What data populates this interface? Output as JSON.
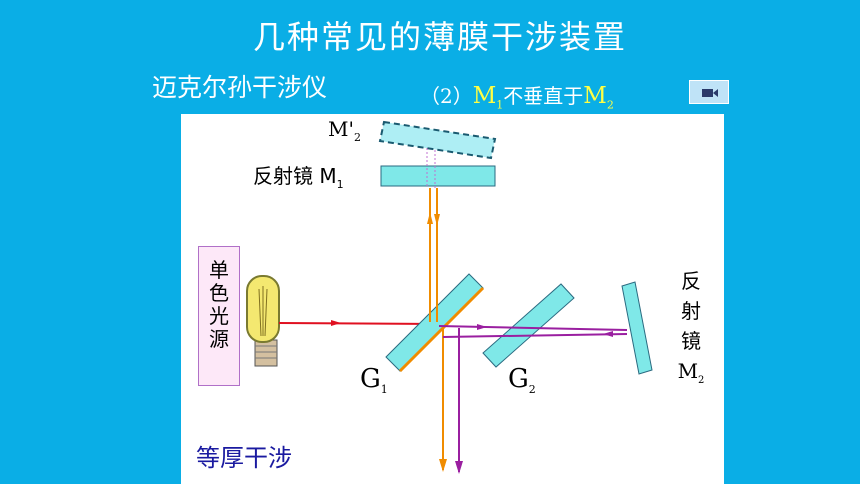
{
  "title": "几种常见的薄膜干涉装置",
  "subtitle": "迈克尔孙干涉仪",
  "condition": {
    "prefix": "（2）",
    "m1": "M",
    "m1_sub": "1",
    "middle": "不垂直于",
    "m2": "M",
    "m2_sub": "2"
  },
  "video_button": {
    "icon": "video-camera-icon"
  },
  "labels": {
    "m2_prime": "M'",
    "m2_prime_sub": "2",
    "mirror1_text": "反射镜 M",
    "mirror1_sub": "1",
    "source": "单色光源",
    "g1": "G",
    "g1_sub": "1",
    "g2": "G",
    "g2_sub": "2",
    "mirror2_chars": "反射镜",
    "mirror2_m": "M",
    "mirror2_sub": "2",
    "bottom": "等厚干涉"
  },
  "colors": {
    "background": "#0aaee6",
    "optic_fill": "#7fe8e8",
    "beam_red": "#e01020",
    "beam_orange": "#f08c00",
    "beam_purple": "#9a1fa0",
    "highlight": "#ffff44"
  }
}
